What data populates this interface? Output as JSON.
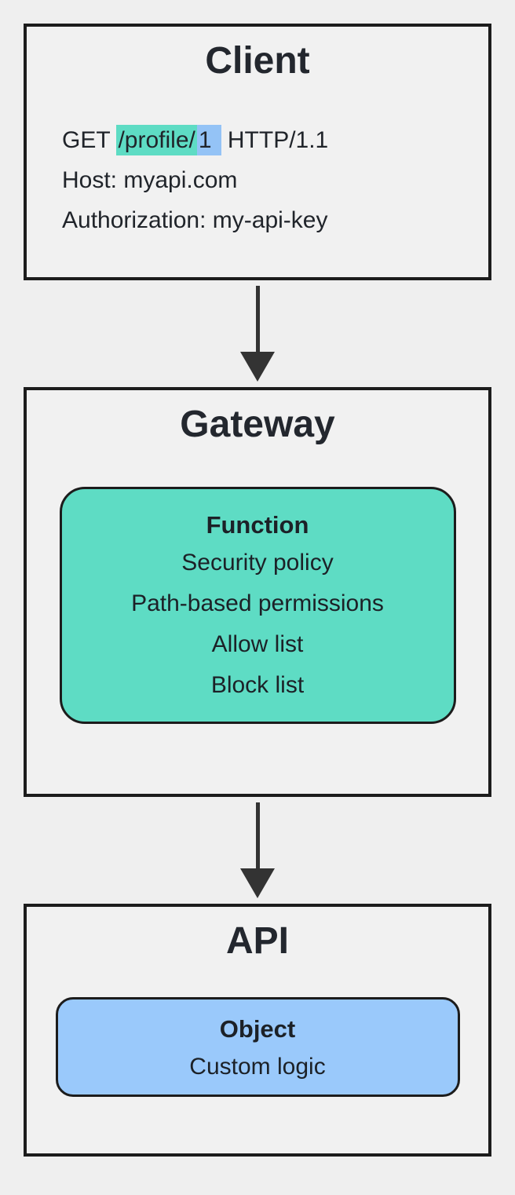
{
  "client": {
    "title": "Client",
    "request": {
      "method": "GET ",
      "path": "/profile/",
      "id": "1",
      "protocol": " HTTP/1.1"
    },
    "host": "Host: myapi.com",
    "authorization": "Authorization: my-api-key"
  },
  "gateway": {
    "title": "Gateway",
    "function": {
      "title": "Function",
      "items": [
        "Security policy",
        "Path-based permissions",
        "Allow list",
        "Block list"
      ]
    }
  },
  "api": {
    "title": "API",
    "object": {
      "title": "Object",
      "items": [
        "Custom logic"
      ]
    }
  },
  "colors": {
    "background": "#efefef",
    "border": "#1c1c1c",
    "arrow": "#333333",
    "teal_highlight": "#5edcc4",
    "blue_highlight": "#94c3f6",
    "function_fill": "#5edcc4",
    "object_fill": "#9ac9fb"
  }
}
